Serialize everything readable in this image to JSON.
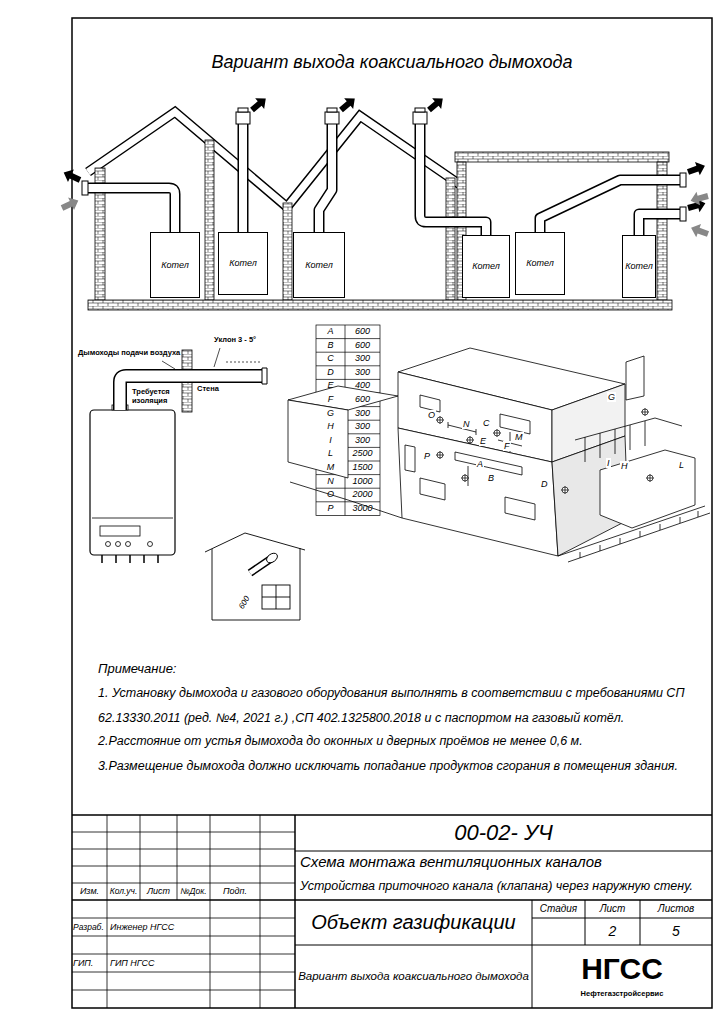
{
  "diagram": {
    "title": "Вариант выхода коаксиального дымохода",
    "nodes": [
      {
        "text": [
          "Котел"
        ]
      },
      {
        "text": [
          "Котел"
        ]
      },
      {
        "text": [
          "Котел"
        ]
      },
      {
        "text": [
          "Котел"
        ]
      },
      {
        "text": [
          "Котел"
        ]
      },
      {
        "text": [
          "Котел"
        ]
      }
    ],
    "labels": [
      "Дымоходы подачи воздуха",
      "Уклон 3 - 5°",
      "Стена",
      "Требуется изоляция",
      "A",
      "600",
      "B",
      "600",
      "C",
      "300",
      "D",
      "300",
      "E",
      "400",
      "F",
      "600",
      "G",
      "300",
      "H",
      "300",
      "I",
      "300",
      "L",
      "2500",
      "M",
      "1500",
      "N",
      "1000",
      "O",
      "2000",
      "P",
      "3000",
      "O",
      "N",
      "C",
      "E",
      "F",
      "M",
      "A",
      "B",
      "D",
      "P",
      "G",
      "I",
      "H",
      "L",
      "600",
      "Примечание:",
      "1. Установку дымохода и газового оборудования выполнять в соответствии с требованиями СП 62.13330.2011 (ред. №4, 2021 г.) ,СП 402.1325800.2018 и с паспортом на газовый котёл.",
      "2.Расстояние от устья дымохода до оконных и дверных проёмов не менее 0,6 м.",
      "3.Размещение дымохода должно исключать попадание продуктов сгорания в помещения здания.",
      "00-02- УЧ",
      "Схема монтажа вентиляционных каналов",
      "Устройства приточного канала (клапана) через наружную стену.",
      "Изм.",
      "Кол.уч.",
      "Лист",
      "№Док.",
      "Подп.",
      "Разраб.",
      "Инженер НГСС",
      "ГИП.",
      "ГИП НГСС",
      "Объект газификации",
      "Стадия",
      "Лист",
      "Листов",
      "2",
      "5",
      "Вариант выхода коаксиального дымохода",
      "НГСС",
      "Нефтегазстройсервис"
    ]
  }
}
